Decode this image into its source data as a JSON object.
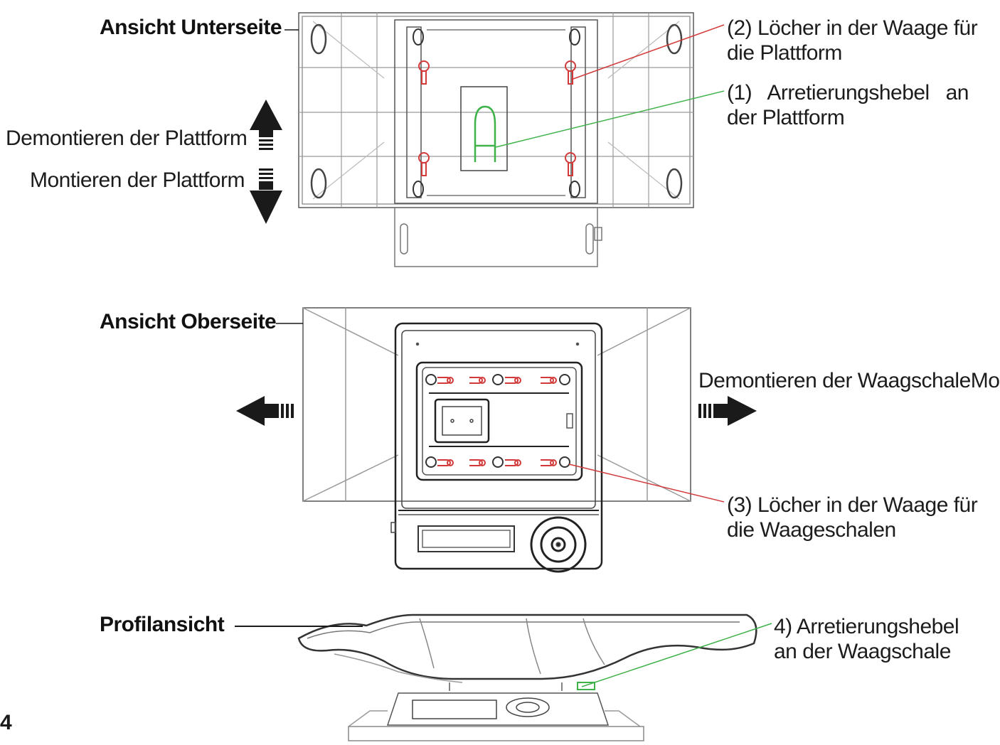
{
  "views": {
    "bottom": "Ansicht Unterseite",
    "top": "Ansicht Oberseite",
    "profile": "Profilansicht"
  },
  "actions": {
    "platform_demount": "Demontieren der Plattform",
    "platform_mount": "Montieren der Plattform",
    "pan_demount_mount": "Demontieren der WaagschaleMon"
  },
  "callouts": {
    "c2_line1": "(2) Löcher in der Waage für",
    "c2_line2": "die Plattform",
    "c1_line1": "(1)   Arretierungshebel   an",
    "c1_line2": "der Plattform",
    "c3_line1": "(3) Löcher in der Waage für",
    "c3_line2": "die Waageschalen",
    "c4_line1": "4)   Arretierungshebel",
    "c4_line2": "an der Waagschale"
  },
  "page_number": "4",
  "colors": {
    "leader_red": "#d23a3a",
    "leader_green": "#3fb24a",
    "drawing": "#555555",
    "text": "#1a1a1a"
  }
}
